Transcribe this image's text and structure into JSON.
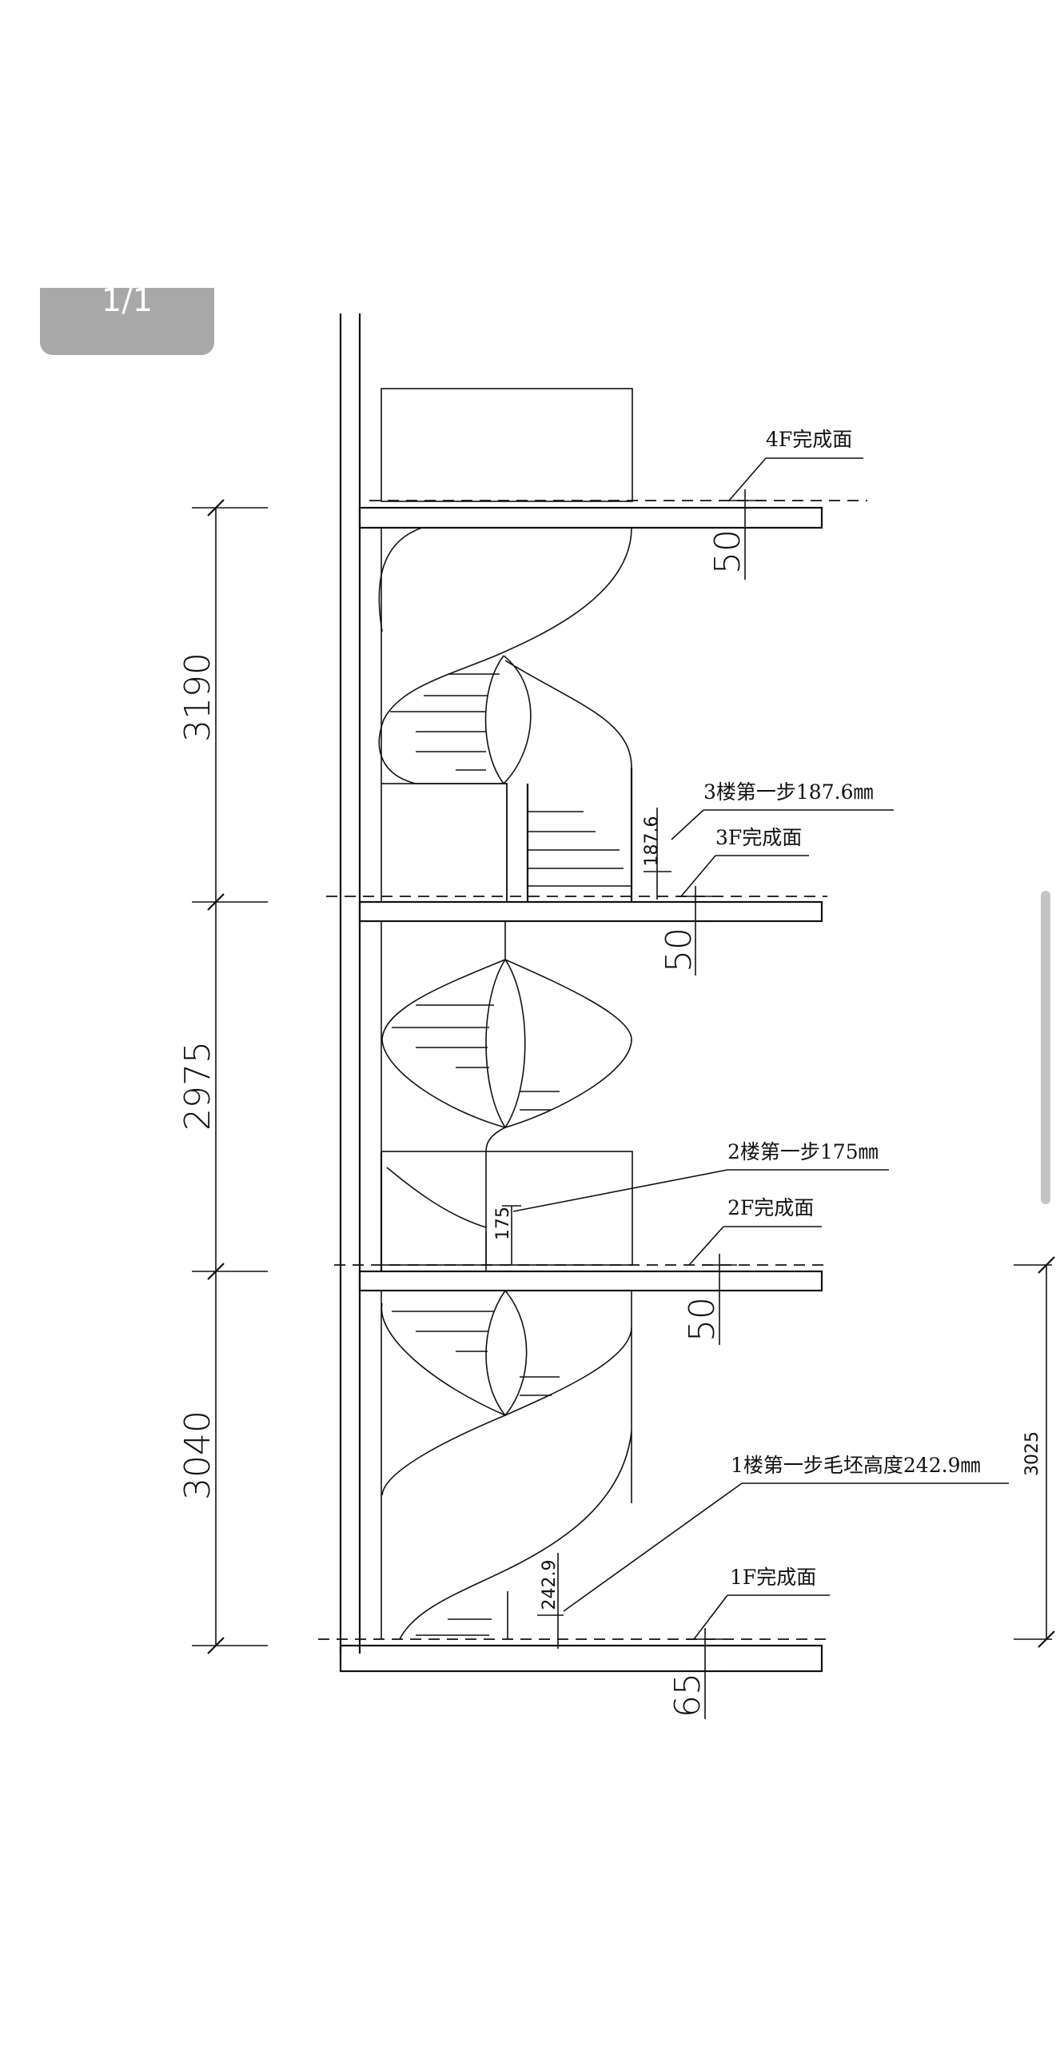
{
  "page_indicator": "1/1",
  "dimensions": {
    "floor_4": "3190",
    "floor_3": "2975",
    "floor_2": "3040",
    "clear_height": "3025",
    "slab_4": "50",
    "slab_3": "50",
    "slab_2": "50",
    "slab_1": "65",
    "step_3": "187.6",
    "step_2": "175",
    "step_1": "242.9"
  },
  "notes": {
    "finish_4f": "4F完成面",
    "finish_3f": "3F完成面",
    "finish_2f": "2F完成面",
    "finish_1f": "1F完成面",
    "step_note_3": "3楼第一步187.6㎜",
    "step_note_2": "2楼第一步175㎜",
    "step_note_1": "1楼第一步毛坯高度242.9㎜"
  }
}
